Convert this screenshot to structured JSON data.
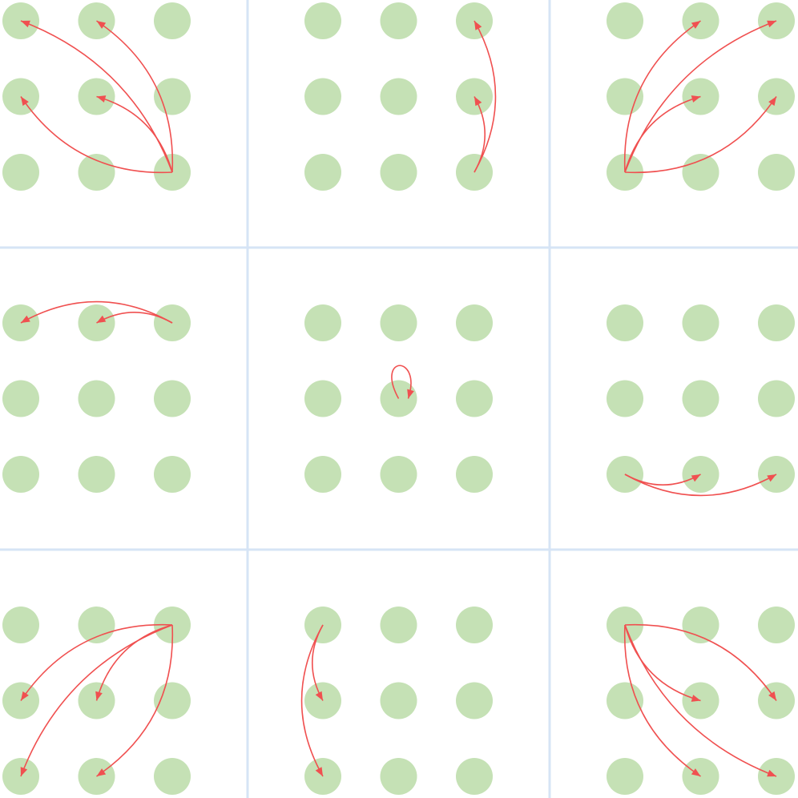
{
  "colors": {
    "background": "#ffffff",
    "divider": "#d6e4f5",
    "dot": "#c5e1b5",
    "arrow": "#f05050"
  },
  "grid": {
    "rows": 3,
    "cols": 3,
    "dots_per_side": 3
  },
  "panels": [
    {
      "id": "top-left",
      "origin": "bottom-right",
      "targets": [
        "top-left",
        "top-middle",
        "middle-left",
        "center"
      ]
    },
    {
      "id": "top-middle",
      "origin": "bottom-right",
      "targets": [
        "top-right",
        "middle-right"
      ]
    },
    {
      "id": "top-right",
      "origin": "bottom-left",
      "targets": [
        "top-middle",
        "top-right",
        "center",
        "middle-right"
      ]
    },
    {
      "id": "middle-left",
      "origin": "top-right",
      "targets": [
        "top-left",
        "top-middle"
      ]
    },
    {
      "id": "center",
      "origin": "center",
      "targets": [
        "center"
      ]
    },
    {
      "id": "middle-right",
      "origin": "bottom-left",
      "targets": [
        "bottom-middle",
        "bottom-right"
      ]
    },
    {
      "id": "bottom-left",
      "origin": "top-right",
      "targets": [
        "middle-left",
        "center",
        "bottom-left",
        "bottom-middle"
      ]
    },
    {
      "id": "bottom-middle",
      "origin": "top-left",
      "targets": [
        "middle-left",
        "bottom-left"
      ]
    },
    {
      "id": "bottom-right",
      "origin": "top-left",
      "targets": [
        "center",
        "middle-right",
        "bottom-middle",
        "bottom-right"
      ]
    }
  ]
}
